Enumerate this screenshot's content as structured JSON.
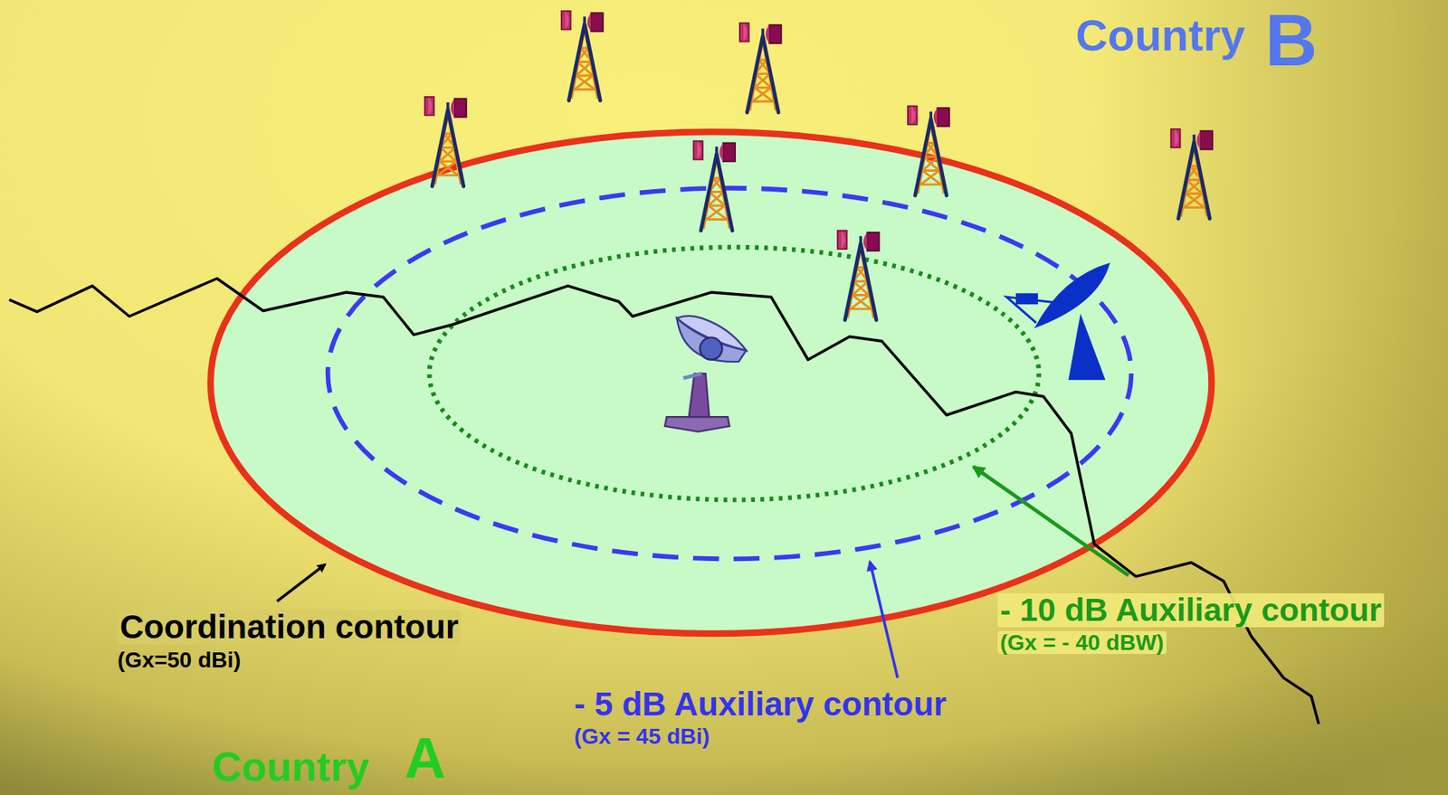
{
  "diagram": {
    "labels": [
      "Country",
      "B",
      "Coordination contour",
      "(Gx=50 dBi)",
      "- 5 dB Auxiliary contour",
      "(Gx = 45 dBi)",
      "- 10 dB Auxiliary contour",
      "(Gx = - 40 dBW)",
      "Country",
      "A"
    ]
  }
}
